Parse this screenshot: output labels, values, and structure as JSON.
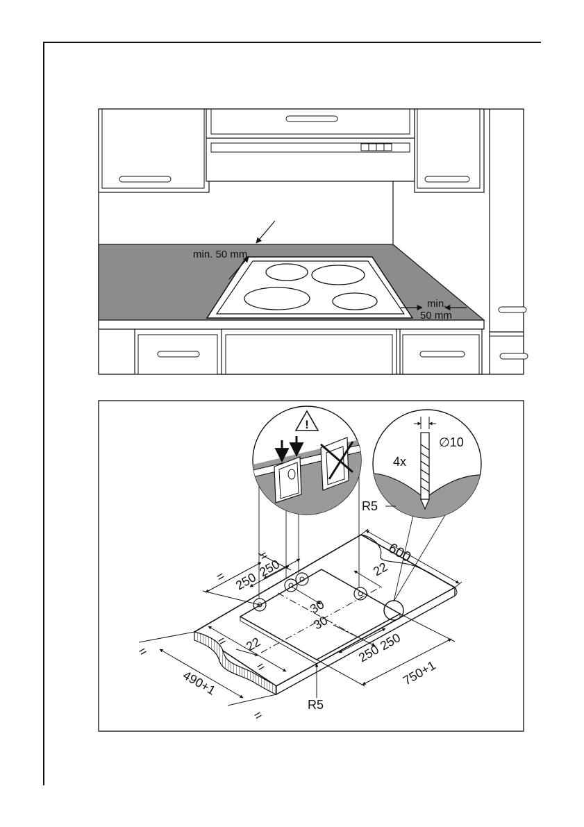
{
  "figure_top": {
    "labels": {
      "min_depth": "min. 50 mm",
      "min_side_line1": "min.",
      "min_side_line2": "50 mm"
    }
  },
  "figure_bottom": {
    "labels": {
      "warning_symbol": "!",
      "count": "4x",
      "diameter": "∅10",
      "radius_top": "R5",
      "radius_bottom": "R5",
      "dim_600": "600",
      "dim_22_right": "22",
      "dim_22_left": "22",
      "dim_30_top": "30",
      "dim_30_bottom": "30",
      "dim_250_a": "250",
      "dim_250_b": "250",
      "dim_250_c": "250",
      "dim_250_d": "250",
      "dim_750": "750+1",
      "dim_490": "490+1",
      "eq_1": "=",
      "eq_2": "=",
      "eq_3": "=",
      "eq_4": "=",
      "eq_5": "=",
      "eq_6": "="
    }
  },
  "colors": {
    "worktop_grey": "#8c8c8c",
    "section_grey": "#9a9a9a",
    "line": "#111111"
  }
}
